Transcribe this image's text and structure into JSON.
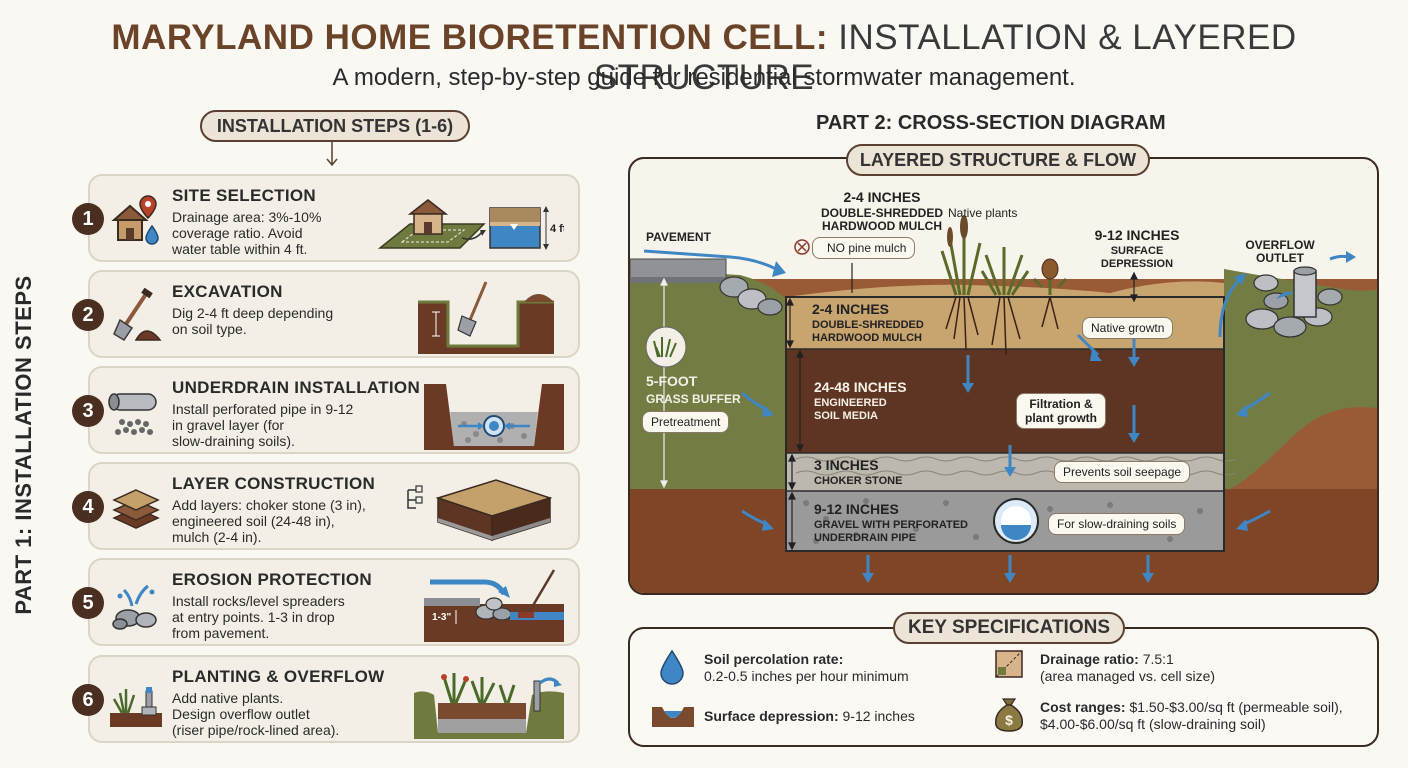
{
  "header": {
    "title_bold": "MARYLAND HOME BIORETENTION CELL:",
    "title_rest": "INSTALLATION & LAYERED STRUCTURE",
    "subtitle": "A modern, step-by-step guide for residential stormwater management."
  },
  "part1": {
    "side_label": "PART 1: INSTALLATION STEPS",
    "pill": "INSTALLATION STEPS (1-6)",
    "steps": [
      {
        "num": "1",
        "title": "SITE SELECTION",
        "desc": "Drainage area: 3%-10%\ncoverage ratio. Avoid\nwater table within 4 ft.",
        "art_label": "4 ft"
      },
      {
        "num": "2",
        "title": "EXCAVATION",
        "desc": "Dig 2-4 ft deep depending\non soil type."
      },
      {
        "num": "3",
        "title": "UNDERDRAIN INSTALLATION",
        "desc": "Install perforated pipe in 9-12\nin gravel layer (for\nslow-draining soils)."
      },
      {
        "num": "4",
        "title": "LAYER CONSTRUCTION",
        "desc": "Add layers: choker stone (3 in),\nengineered soil (24-48 in),\nmulch (2-4 in)."
      },
      {
        "num": "5",
        "title": "EROSION PROTECTION",
        "desc": "Install rocks/level spreaders\nat entry points. 1-3 in drop\nfrom pavement.",
        "art_label": "1-3\""
      },
      {
        "num": "6",
        "title": "PLANTING & OVERFLOW",
        "desc": "Add native plants.\nDesign overflow outlet\n(riser pipe/rock-lined area)."
      }
    ]
  },
  "part2": {
    "title": "PART 2: CROSS-SECTION DIAGRAM",
    "pill": "LAYERED STRUCTURE & FLOW",
    "labels": {
      "pavement": "PAVEMENT",
      "top_mulch_depth": "2-4 INCHES",
      "top_mulch_name": "DOUBLE-SHREDDED\nHARDWOOD MULCH",
      "no_pine": "NO pine mulch",
      "native_plants": "Native plants",
      "surface_depth": "9-12 INCHES",
      "surface_name": "SURFACE\nDEPRESSION",
      "overflow": "OVERFLOW\nOUTLET",
      "buffer_depth": "5-FOOT",
      "buffer_name": "GRASS BUFFER",
      "pretreatment": "Pretreatment",
      "mulch_depth": "2-4 INCHES",
      "mulch_name": "DOUBLE-SHREDDED\nHARDWOOD MULCH",
      "native_growth": "Native growtn",
      "soil_depth": "24-48 INCHES",
      "soil_name": "ENGINEERED\nSOIL MEDIA",
      "filtration": "Filtration &\nplant growth",
      "choker_depth": "3 INCHES",
      "choker_name": "CHOKER STONE",
      "seepage": "Prevents soil seepage",
      "gravel_depth": "9-12 INCHES",
      "gravel_name": "GRAVEL WITH PERFORATED\nUNDERDRAIN PIPE",
      "slow_drain": "For slow-draining soils"
    }
  },
  "key_specs": {
    "pill": "KEY SPECIFICATIONS",
    "percolation_label": "Soil percolation rate:",
    "percolation_value": "0.2-0.5 inches per hour minimum",
    "depression_label": "Surface depression:",
    "depression_value": "9-12 inches",
    "ratio_label": "Drainage ratio:",
    "ratio_value": "7.5:1",
    "ratio_note": "(area managed vs. cell size)",
    "cost_label": "Cost ranges:",
    "cost_value": "$1.50-$3.00/sq ft (permeable soil),\n$4.00-$6.00/sq ft (slow-draining soil)"
  },
  "colors": {
    "brown_dark": "#4a2e1f",
    "title_brown": "#6b4328",
    "water_blue": "#3f86c4",
    "mulch": "#c4a06a",
    "soil": "#5e3422",
    "grass": "#6f7a3e"
  }
}
